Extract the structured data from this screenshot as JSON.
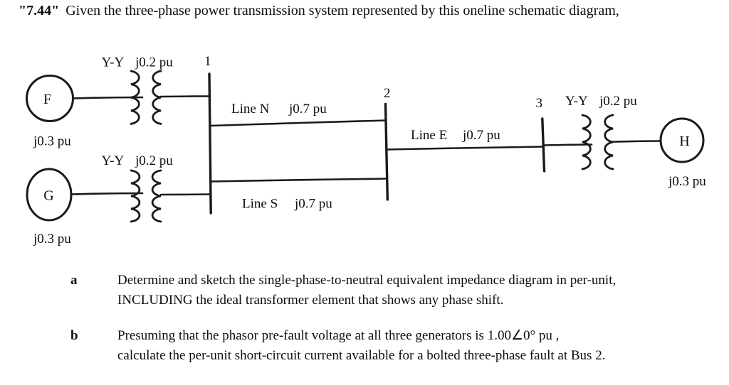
{
  "title": {
    "number": "\"7.44\"",
    "text": "Given the three-phase power transmission system represented by this oneline schematic diagram,"
  },
  "diagram": {
    "buses": [
      {
        "label": "1"
      },
      {
        "label": "2"
      },
      {
        "label": "3"
      }
    ],
    "generators": [
      {
        "label": "F",
        "impedance": "j0.3 pu"
      },
      {
        "label": "G",
        "impedance": "j0.3 pu"
      },
      {
        "label": "H",
        "impedance": "j0.3 pu"
      }
    ],
    "transformers": [
      {
        "connection": "Y-Y",
        "impedance": "j0.2 pu"
      },
      {
        "connection": "Y-Y",
        "impedance": "j0.2 pu"
      },
      {
        "connection": "Y-Y",
        "impedance": "j0.2 pu"
      }
    ],
    "lines": [
      {
        "name": "Line N",
        "impedance": "j0.7 pu"
      },
      {
        "name": "Line S",
        "impedance": "j0.7 pu"
      },
      {
        "name": "Line E",
        "impedance": "j0.7 pu"
      }
    ]
  },
  "questions": [
    {
      "label": "a",
      "lines": [
        "Determine and sketch the single-phase-to-neutral equivalent impedance diagram in per-unit,",
        "INCLUDING the ideal transformer element that shows any phase shift."
      ]
    },
    {
      "label": "b",
      "lines": [
        "Presuming that the phasor pre-fault voltage at all three generators is 1.00∠0° pu ,",
        "calculate the per-unit short-circuit current available for a bolted three-phase fault at Bus 2."
      ]
    }
  ]
}
